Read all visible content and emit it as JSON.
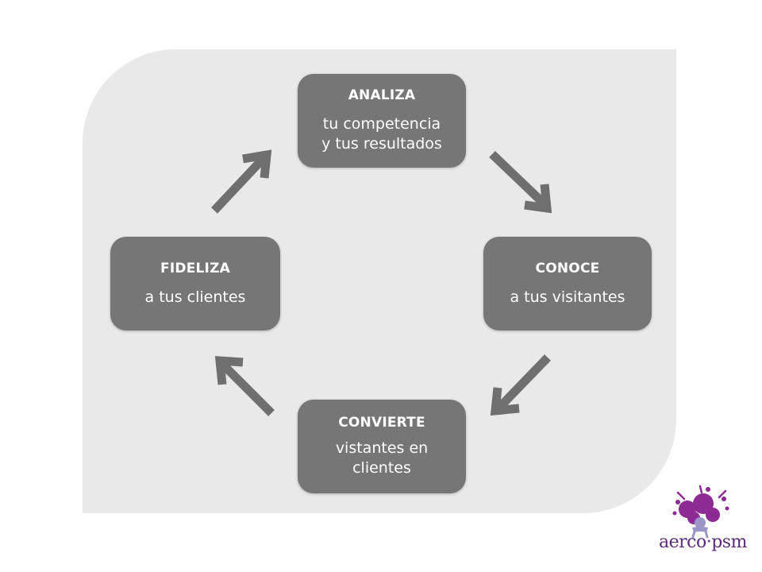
{
  "diagram": {
    "steps": [
      {
        "id": "analiza",
        "title": "ANALIZA",
        "desc": "tu competencia\ny tus resultados"
      },
      {
        "id": "conoce",
        "title": "CONOCE",
        "desc": "a tus visitantes"
      },
      {
        "id": "convierte",
        "title": "CONVIERTE",
        "desc": "vistantes en\nclientes"
      },
      {
        "id": "fideliza",
        "title": "FIDELIZA",
        "desc": "a tus clientes"
      }
    ]
  },
  "logo": {
    "text": "aerco·psm",
    "icon": "aerco-psm-logo",
    "colors": {
      "purple": "#8e2a94",
      "lavender": "#9b96c8",
      "text": "#5a2a7a"
    }
  },
  "colors": {
    "box": "#767676",
    "arrow": "#6f6f6f",
    "panel": "#e9e9e9",
    "box_text": "#ffffff"
  }
}
